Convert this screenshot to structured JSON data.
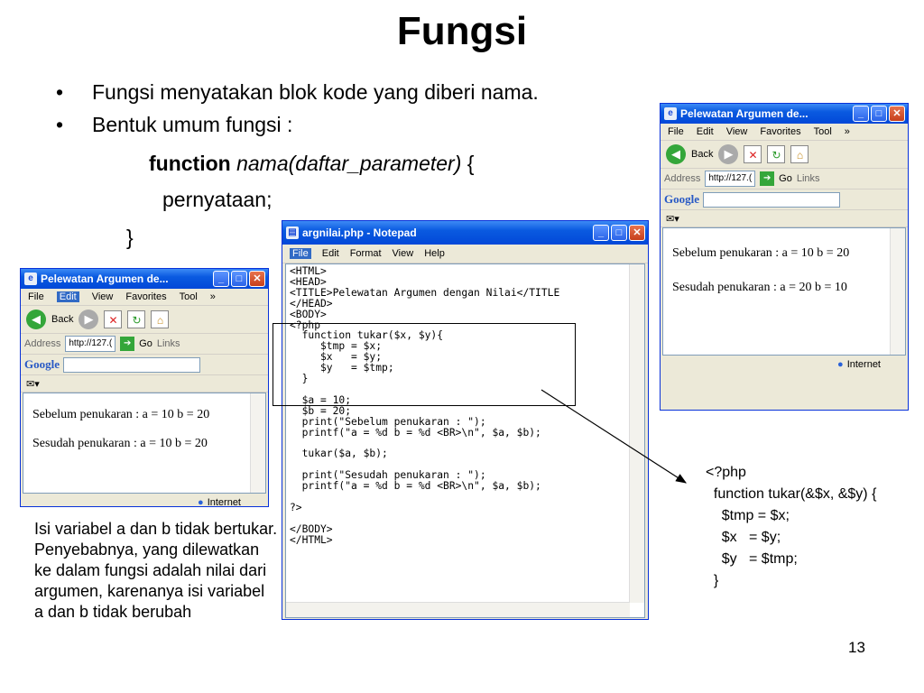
{
  "slide": {
    "title": "Fungsi",
    "bullets": [
      "Fungsi menyatakan blok kode yang diberi nama.",
      "Bentuk umum fungsi :"
    ],
    "bullet_symbol": "•",
    "fn_keyword": "function",
    "fn_signature": "nama(daftar_parameter)",
    "fn_open": " {",
    "statement": "pernyataan;",
    "close_brace": "}",
    "page_number": "13",
    "note": "Isi variabel a dan b tidak bertukar. Penyebabnya, yang dilewatkan ke dalam fungsi adalah nilai dari argumen, karenanya isi variabel a dan b tidak berubah",
    "right_code": [
      "<?php",
      "  function tukar(&$x, &$y) {",
      "    $tmp = $x;",
      "    $x   = $y;",
      "    $y   = $tmp;",
      "  }"
    ]
  },
  "browser_left": {
    "title": "Pelewatan Argumen de...",
    "menu": [
      "File",
      "Edit",
      "View",
      "Favorites",
      "Tool"
    ],
    "active_menu": "Edit",
    "more": "»",
    "back_label": "Back",
    "address_label": "Address",
    "address_value": "http://127.(",
    "go_label": "Go",
    "links_label": "Links",
    "google_label": "Google",
    "line1": "Sebelum penukaran : a = 10 b = 20",
    "line2": "Sesudah penukaran : a = 10 b = 20",
    "status": "Internet"
  },
  "browser_right": {
    "title": "Pelewatan Argumen de...",
    "menu": [
      "File",
      "Edit",
      "View",
      "Favorites",
      "Tool"
    ],
    "more": "»",
    "back_label": "Back",
    "address_label": "Address",
    "address_value": "http://127.(",
    "go_label": "Go",
    "links_label": "Links",
    "google_label": "Google",
    "line1": "Sebelum penukaran : a = 10 b = 20",
    "line2": "Sesudah penukaran : a = 20 b = 10",
    "status": "Internet"
  },
  "notepad": {
    "title": "argnilai.php - Notepad",
    "menu": [
      "File",
      "Edit",
      "Format",
      "View",
      "Help"
    ],
    "code": "<HTML>\n<HEAD>\n<TITLE>Pelewatan Argumen dengan Nilai</TITLE\n</HEAD>\n<BODY>\n<?php\n  function tukar($x, $y){\n     $tmp = $x;\n     $x   = $y;\n     $y   = $tmp;\n  }\n\n  $a = 10;\n  $b = 20;\n  print(\"Sebelum penukaran : \");\n  printf(\"a = %d b = %d <BR>\\n\", $a, $b);\n\n  tukar($a, $b);\n\n  print(\"Sesudah penukaran : \");\n  printf(\"a = %d b = %d <BR>\\n\", $a, $b);\n\n?>\n\n</BODY>\n</HTML>"
  },
  "window_controls": {
    "minimize": "_",
    "maximize": "□",
    "close": "✕"
  },
  "colors": {
    "xp_title_blue": "#0a5ae0",
    "xp_chrome": "#ece9d8",
    "menu_highlight": "#316ac5"
  }
}
